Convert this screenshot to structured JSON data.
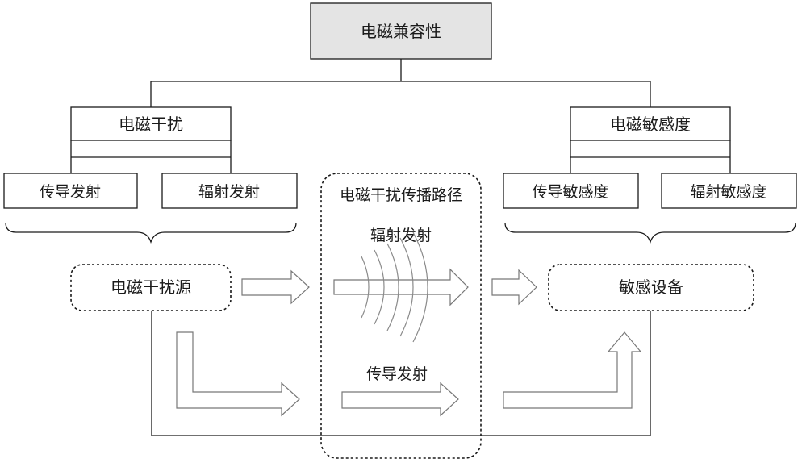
{
  "root": {
    "label": "电磁兼容性"
  },
  "interference": {
    "label": "电磁干扰",
    "children": [
      {
        "label": "传导发射"
      },
      {
        "label": "辐射发射"
      }
    ]
  },
  "susceptibility": {
    "label": "电磁敏感度",
    "children": [
      {
        "label": "传导敏感度"
      },
      {
        "label": "辐射敏感度"
      }
    ]
  },
  "source": {
    "label": "电磁干扰源"
  },
  "path": {
    "label": "电磁干扰传播路径",
    "radiated_label": "辐射发射",
    "conducted_label": "传导发射"
  },
  "device": {
    "label": "敏感设备"
  }
}
